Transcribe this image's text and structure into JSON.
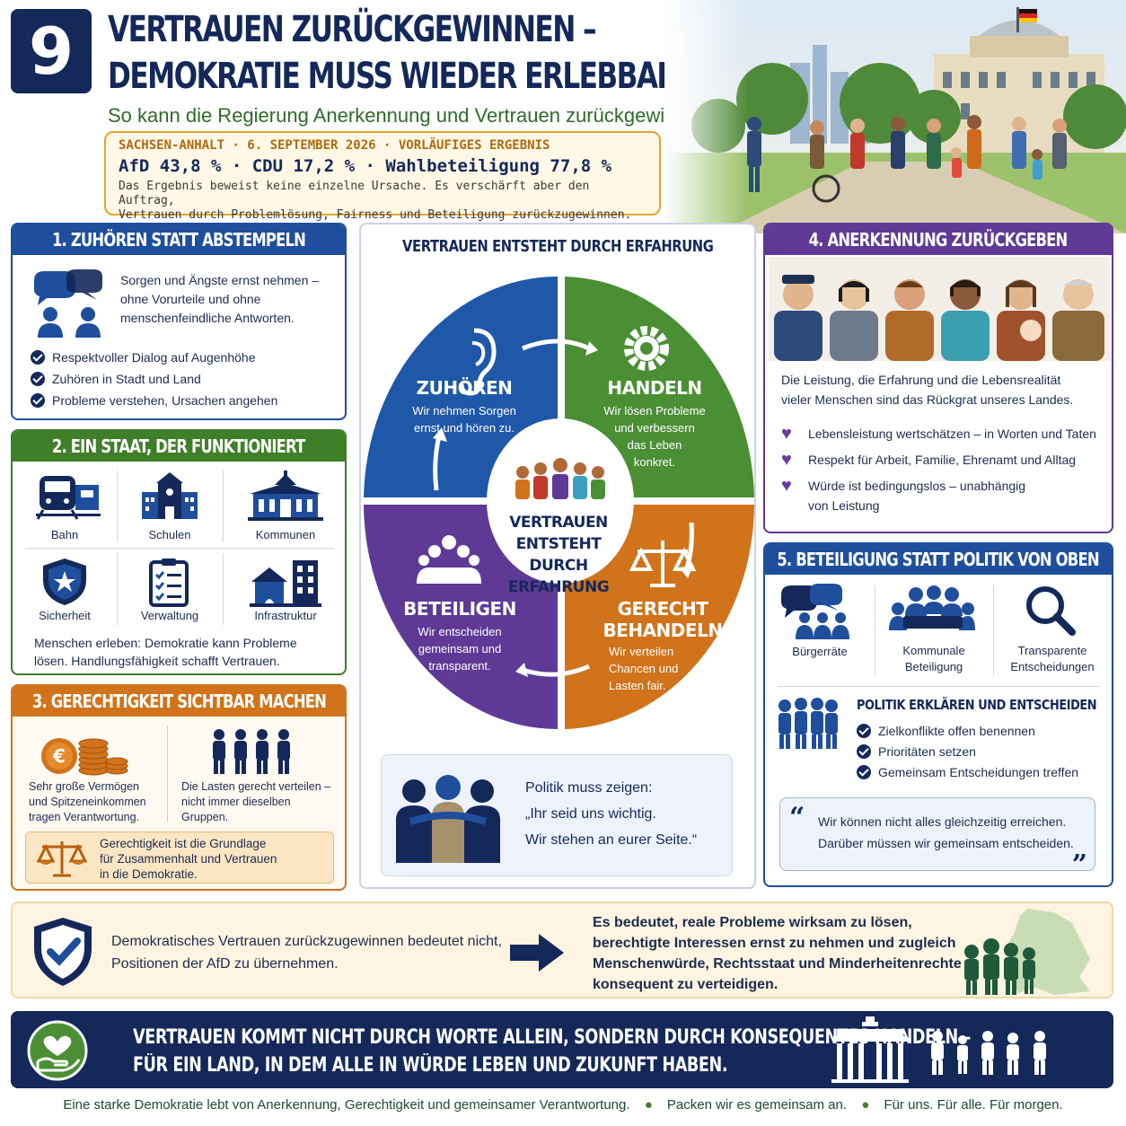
{
  "header": {
    "number": "9",
    "title_line1": "VERTRAUEN ZURÜCKGEWINNEN –",
    "title_line2": "DEMOKRATIE MUSS WIEDER ERLEBBAR WERDEN",
    "subtitle": "So kann die Regierung Anerkennung und Vertrauen zurückgewinnen"
  },
  "result": {
    "line1": "SACHSEN-ANHALT · 6. SEPTEMBER 2026 · VORLÄUFIGES ERGEBNIS",
    "line2": "AfD 43,8 %  ·  CDU 17,2 %  ·  Wahlbeteiligung 77,8 %",
    "line3": "Das Ergebnis beweist keine einzelne Ursache. Es verschärft aber den Auftrag,",
    "line4": "Vertrauen durch Problemlösung, Fairness und Beteiligung zurückzugewinnen."
  },
  "sec1": {
    "title": "1. ZUHÖREN STATT ABSTEMPELN",
    "text1": "Sorgen und Ängste ernst nehmen –",
    "text2": "ohne Vorurteile und ohne",
    "text3": "menschenfeindliche Antworten.",
    "items": [
      "Respektvoller Dialog auf Augenhöhe",
      "Zuhören in Stadt und Land",
      "Probleme verstehen, Ursachen angehen"
    ]
  },
  "sec2": {
    "title": "2. EIN STAAT, DER FUNKTIONIERT",
    "icons": [
      "Bahn",
      "Schulen",
      "Kommunen",
      "Sicherheit",
      "Verwaltung",
      "Infrastruktur"
    ],
    "text1": "Menschen erleben: Demokratie kann Probleme",
    "text2": "lösen. Handlungsfähigkeit schafft Vertrauen."
  },
  "sec3": {
    "title": "3. GERECHTIGKEIT SICHTBAR MACHEN",
    "left1": "Sehr große Vermögen",
    "left2": "und Spitzeneinkommen",
    "left3": "tragen Verantwortung.",
    "right1": "Die Lasten gerecht verteilen –",
    "right2": "nicht immer dieselben",
    "right3": "Gruppen.",
    "box1": "Gerechtigkeit ist die Grundlage",
    "box2": "für Zusammenhalt und Vertrauen",
    "box3": "in die Demokratie."
  },
  "center": {
    "title": "VERTRAUEN ENTSTEHT DURCH ERFAHRUNG",
    "q1_title": "ZUHÖREN",
    "q1_l1": "Wir nehmen Sorgen",
    "q1_l2": "ernst und hören zu.",
    "q2_title": "HANDELN",
    "q2_l1": "Wir lösen Probleme",
    "q2_l2": "und verbessern",
    "q2_l3": "das Leben",
    "q2_l4": "konkret.",
    "q3_title": "BETEILIGEN",
    "q3_l1": "Wir entscheiden",
    "q3_l2": "gemeinsam und",
    "q3_l3": "transparent.",
    "q4_title1": "GERECHT",
    "q4_title2": "BEHANDELN",
    "q4_l1": "Wir verteilen",
    "q4_l2": "Chancen und",
    "q4_l3": "Lasten fair.",
    "hub1": "VERTRAUEN",
    "hub2": "ENTSTEHT",
    "hub3": "DURCH",
    "hub4": "ERFAHRUNG",
    "quote1": "Politik muss zeigen:",
    "quote2": "„Ihr seid uns wichtig.",
    "quote3": "Wir stehen an eurer Seite.“"
  },
  "sec4": {
    "title": "4. ANERKENNUNG ZURÜCKGEBEN",
    "text1": "Die Leistung, die Erfahrung und die Lebensrealität",
    "text2": "vieler Menschen sind das Rückgrat unseres Landes.",
    "items": [
      "Lebensleistung wertschätzen – in Worten und Taten",
      "Respekt für Arbeit, Familie, Ehrenamt und Alltag",
      "Würde ist bedingungslos – unabhängig"
    ],
    "items_extra": "von Leistung"
  },
  "sec5": {
    "title": "5. BETEILIGUNG STATT POLITIK VON OBEN",
    "icon1": "Bürgerräte",
    "icon2a": "Kommunale",
    "icon2b": "Beteiligung",
    "icon3a": "Transparente",
    "icon3b": "Entscheidungen",
    "subtitle": "POLITIK ERKLÄREN UND ENTSCHEIDEN",
    "items": [
      "Zielkonflikte offen benennen",
      "Prioritäten setzen",
      "Gemeinsam Entscheidungen treffen"
    ],
    "quote1": "Wir können nicht alles gleichzeitig erreichen.",
    "quote2": "Darüber müssen wir gemeinsam entscheiden."
  },
  "bottom": {
    "left1": "Demokratisches Vertrauen zurückzugewinnen bedeutet nicht,",
    "left2": "Positionen der AfD zu übernehmen.",
    "right1": "Es bedeutet, reale Probleme wirksam zu lösen,",
    "right2": "berechtigte Interessen ernst zu nehmen und zugleich",
    "right3": "Menschenwürde, Rechtsstaat und Minderheitenrechte",
    "right4": "konsequent zu verteidigen."
  },
  "banner": {
    "line1": "VERTRAUEN KOMMT NICHT DURCH WORTE ALLEIN, SONDERN DURCH KONSEQUENTES HANDELN –",
    "line2": "FÜR EIN LAND, IN DEM ALLE IN WÜRDE LEBEN UND ZUKUNFT HABEN."
  },
  "footer": {
    "p1": "Eine starke Demokratie lebt von Anerkennung, Gerechtigkeit und gemeinsamer Verantwortung.",
    "p2": "Packen wir es gemeinsam an.",
    "p3": "Für uns. Für alle. Für morgen."
  },
  "colors": {
    "navy": "#14285a",
    "blue": "#1f4e9c",
    "green": "#3f7f2a",
    "orange": "#d0731a",
    "purple": "#5e3a96"
  }
}
